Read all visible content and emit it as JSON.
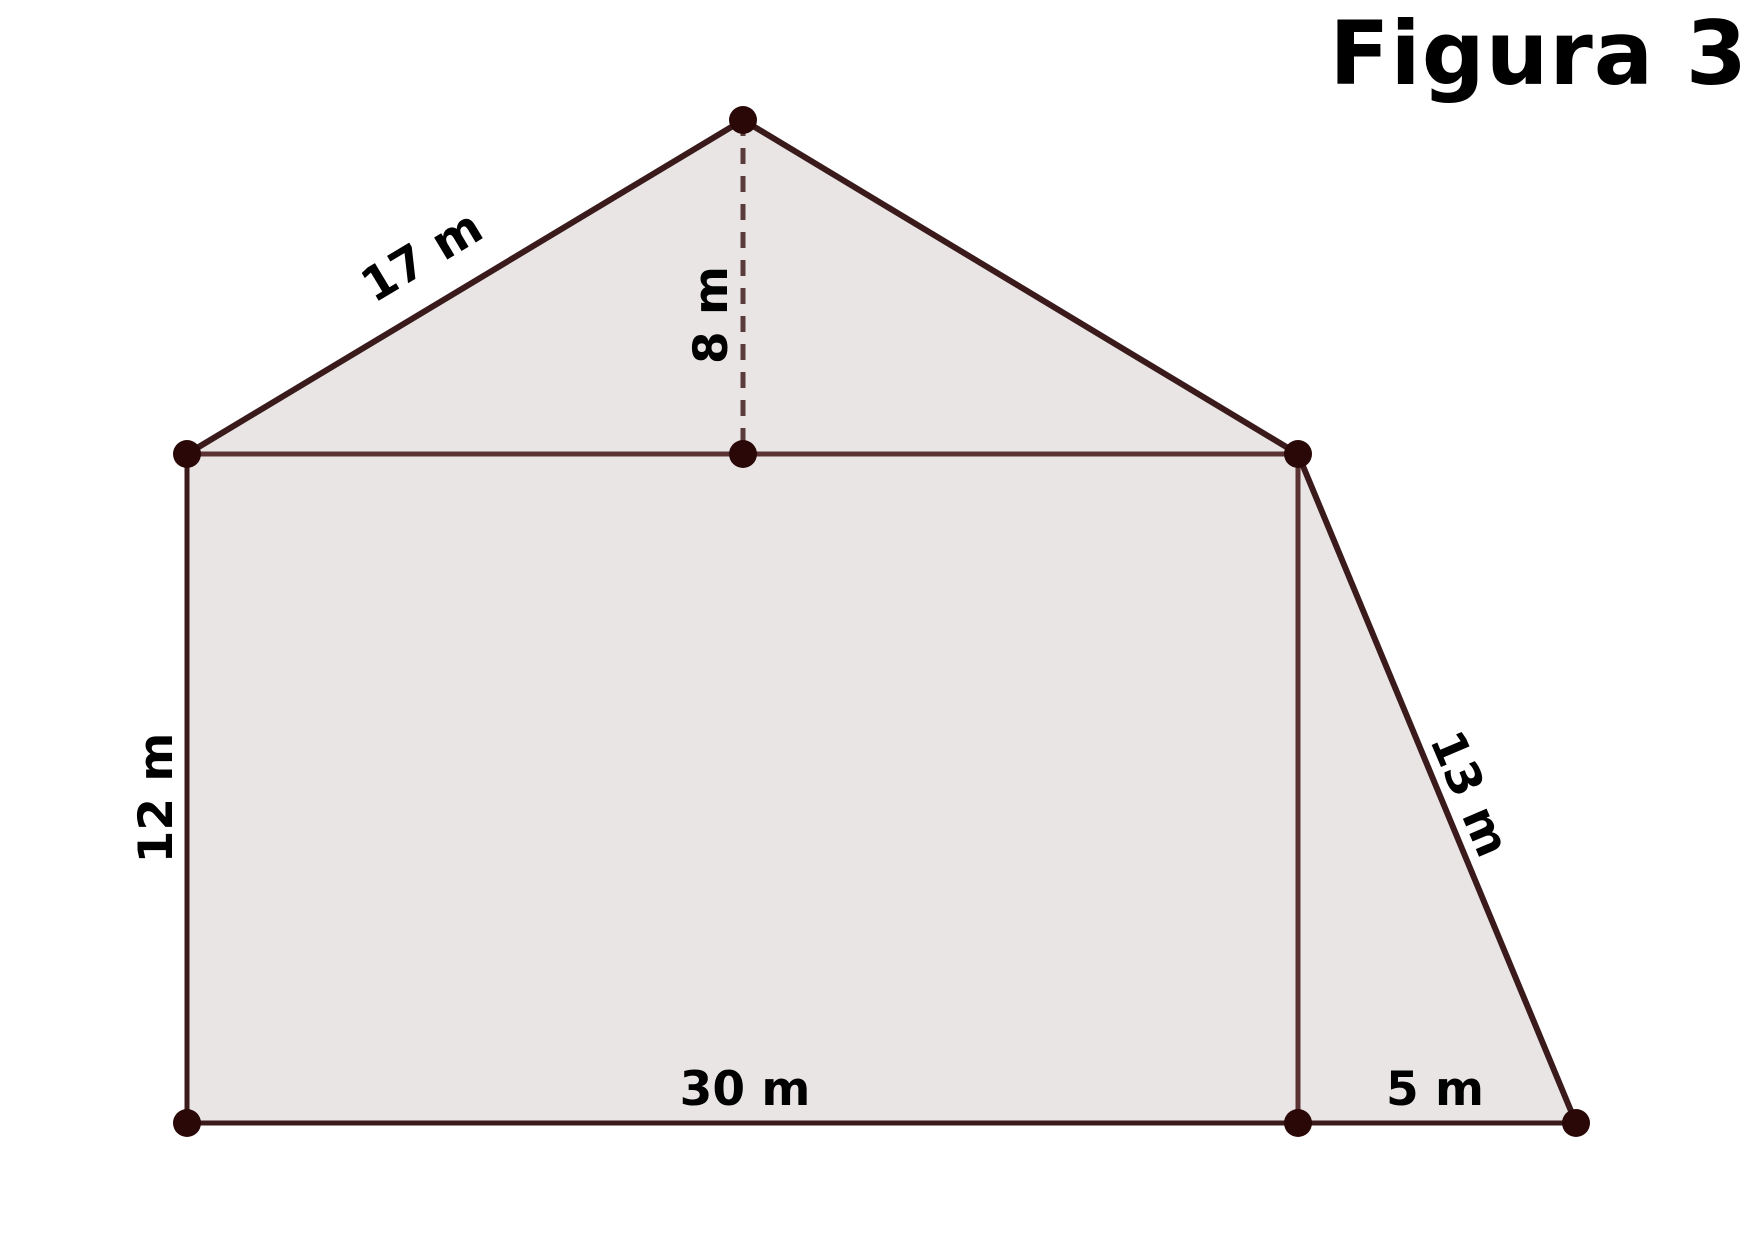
{
  "title": "Figura 3",
  "colors": {
    "stroke": "#3a1a1a",
    "fill": "#e9e5e5",
    "dashed": "#5a3a3a",
    "point": "#2a0808"
  },
  "labels": {
    "slant_left": "17 m",
    "height_triangle": "8 m",
    "left_side": "12 m",
    "bottom_rect": "30 m",
    "bottom_right": "5 m",
    "slant_right": "13 m"
  }
}
